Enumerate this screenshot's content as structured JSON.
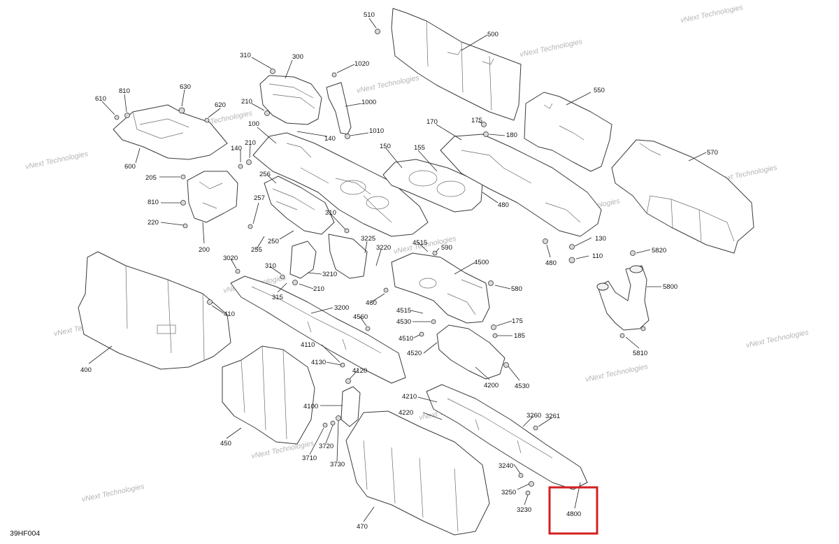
{
  "diagram_code": "39HF004",
  "watermark_text": "vNext Technologies",
  "highlight_color": "#d32020",
  "callouts": {
    "c510": "510",
    "c500": "500",
    "c310a": "310",
    "c300": "300",
    "c1020": "1020",
    "c630": "630",
    "c810a": "810",
    "c610": "610",
    "c620": "620",
    "c210a": "210",
    "c1000": "1000",
    "c550": "550",
    "c175a": "175",
    "c180": "180",
    "c170": "170",
    "c100": "100",
    "c140a": "140",
    "c1010": "1010",
    "c140b": "140",
    "c210b": "210",
    "c600": "600",
    "c150": "150",
    "c155": "155",
    "c570": "570",
    "c205": "205",
    "c256": "256",
    "c480a": "480",
    "c810b": "810",
    "c257": "257",
    "c310b": "310",
    "c220": "220",
    "c250": "250",
    "c3225": "3225",
    "c4515a": "4515",
    "c590": "590",
    "c3220": "3220",
    "c130": "130",
    "c480b": "480",
    "c110": "110",
    "c5820": "5820",
    "c200": "200",
    "c255": "255",
    "c3020": "3020",
    "c310c": "310",
    "c3210": "3210",
    "c4500": "4500",
    "c210c": "210",
    "c580": "580",
    "c5800": "5800",
    "c315": "315",
    "c460": "460",
    "c410": "410",
    "c3200": "3200",
    "c4515b": "4515",
    "c4530a": "4530",
    "c175b": "175",
    "c4560": "4560",
    "c4510": "4510",
    "c185": "185",
    "c4110": "4110",
    "c4520": "4520",
    "c5810": "5810",
    "c400": "400",
    "c4130": "4130",
    "c4120": "4120",
    "c4200": "4200",
    "c4530b": "4530",
    "c4210": "4210",
    "c4100": "4100",
    "c4220": "4220",
    "c3260": "3260",
    "c3261": "3261",
    "c450": "450",
    "c3720": "3720",
    "c3710": "3710",
    "c3730": "3730",
    "c3240": "3240",
    "c3250": "3250",
    "c3230": "3230",
    "c470": "470",
    "c4800": "4800"
  }
}
